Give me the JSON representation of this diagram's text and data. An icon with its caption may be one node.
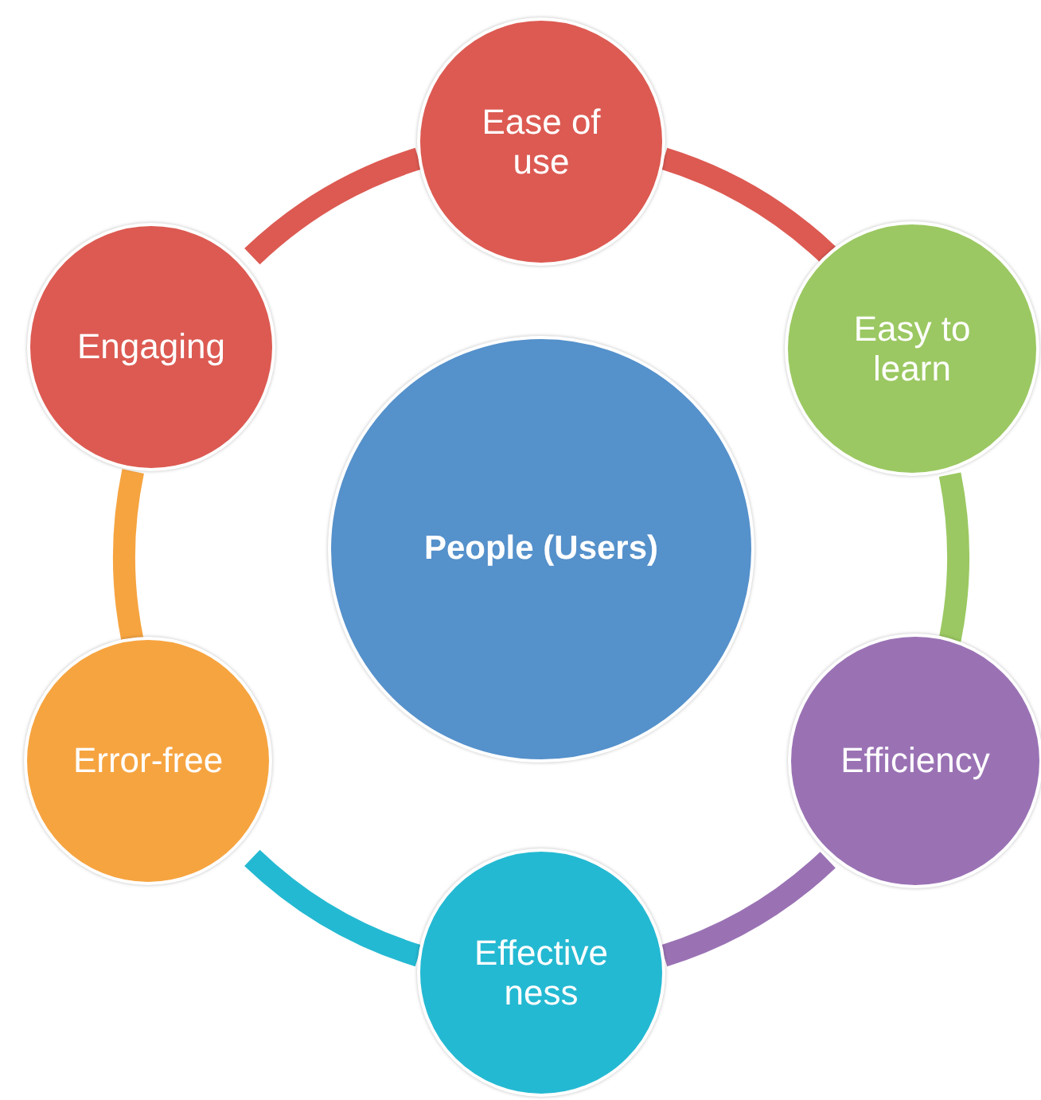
{
  "diagram": {
    "nodes": [
      {
        "text": [
          "Ease of use"
        ]
      },
      {
        "text": [
          "Easy to learn"
        ]
      },
      {
        "text": [
          "Efficiency"
        ]
      },
      {
        "text": [
          "Effective ness"
        ]
      },
      {
        "text": [
          "Error-free"
        ]
      },
      {
        "text": [
          "Engaging"
        ]
      },
      {
        "text": [
          "People (Users)"
        ]
      }
    ],
    "edges": [
      {
        "from": 0,
        "to": 1,
        "arrow": "none",
        "color": "#dc5a52"
      },
      {
        "from": 1,
        "to": 2,
        "arrow": "none",
        "color": "#9bc862"
      },
      {
        "from": 2,
        "to": 3,
        "arrow": "none",
        "color": "#9a72b4"
      },
      {
        "from": 3,
        "to": 4,
        "arrow": "none",
        "color": "#24b9d2"
      },
      {
        "from": 4,
        "to": 5,
        "arrow": "none",
        "color": "#f6a440"
      },
      {
        "from": 5,
        "to": 0,
        "arrow": "none",
        "color": "#dc5a52"
      }
    ]
  }
}
